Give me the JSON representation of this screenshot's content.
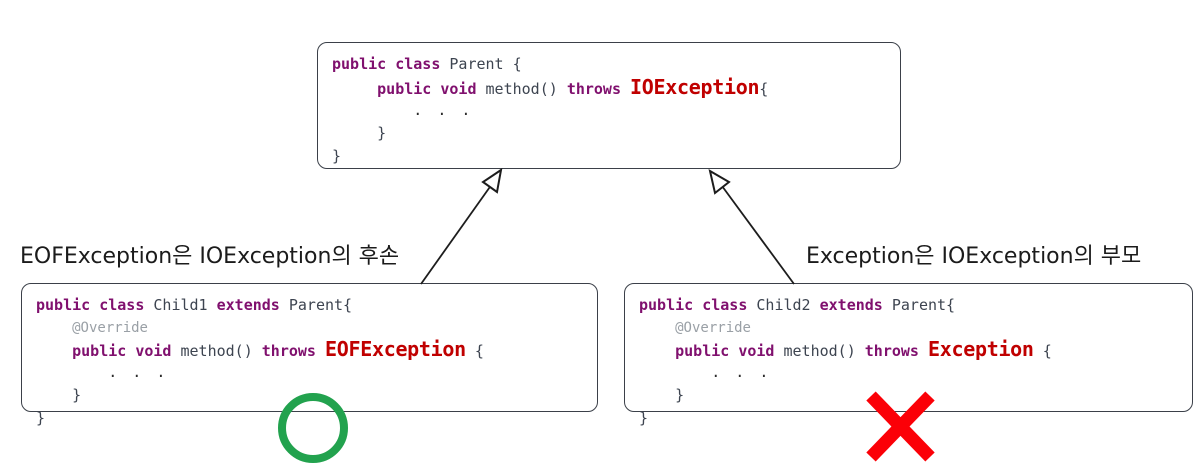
{
  "diagram": {
    "title": "Java method override throws-clause rule",
    "colors": {
      "keyword": "#80106e",
      "identifier": "#3d4450",
      "exception": "#c00000",
      "annotation": "#9aa0a6",
      "box_border": "#3b4049",
      "ok_green": "#22a24e",
      "bad_red": "#fb0007"
    }
  },
  "parent_box": {
    "name": "Parent",
    "lines": [
      {
        "kw1": "public class",
        "id1": " Parent {"
      },
      {
        "indent": "     ",
        "kw1": "public void",
        "id1": " method() ",
        "kw2": "throws",
        "exc": "IOException",
        "tail": "{"
      },
      {
        "indent": "         ",
        "dots": ". . ."
      },
      {
        "indent": "     ",
        "brace": "}"
      },
      {
        "brace": "}"
      }
    ]
  },
  "child1_box": {
    "name": "Child1",
    "lines": [
      {
        "kw1": "public class",
        "id1": " Child1 ",
        "kw2": "extends",
        "id2": " Parent{"
      },
      {
        "indent": "    ",
        "annotation": "@Override"
      },
      {
        "indent": "    ",
        "kw1": "public void",
        "id1": " method() ",
        "kw2": "throws",
        "exc": "EOFException",
        "tail": " {"
      },
      {
        "indent": "        ",
        "dots": ". . ."
      },
      {
        "indent": "    ",
        "brace": "}"
      },
      {
        "brace": "}"
      }
    ]
  },
  "child2_box": {
    "name": "Child2",
    "lines": [
      {
        "kw1": "public class",
        "id1": " Child2 ",
        "kw2": "extends",
        "id2": " Parent{"
      },
      {
        "indent": "    ",
        "annotation": "@Override"
      },
      {
        "indent": "    ",
        "kw1": "public void",
        "id1": " method() ",
        "kw2": "throws",
        "exc": "Exception",
        "tail": " {"
      },
      {
        "indent": "        ",
        "dots": ". . ."
      },
      {
        "indent": "    ",
        "brace": "}"
      },
      {
        "brace": "}"
      }
    ]
  },
  "captions": {
    "left": "EOFException은 IOException의 후손",
    "right": "Exception은 IOException의 부모"
  },
  "verdicts": {
    "left_symbol": "circle-ok",
    "right_symbol": "cross-bad"
  },
  "arrows": {
    "left_label": "inheritance-arrow-child1-to-parent",
    "right_label": "inheritance-arrow-child2-to-parent"
  }
}
